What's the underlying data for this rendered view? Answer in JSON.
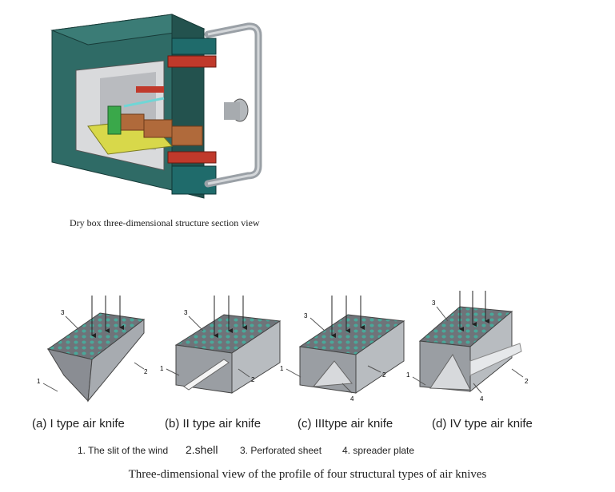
{
  "figure1": {
    "caption": "Dry box three-dimensional structure section view"
  },
  "figure2": {
    "panels": [
      {
        "label": "(a)  I type air knife",
        "callouts": [
          "3",
          "2",
          "1"
        ]
      },
      {
        "label": "(b)  II type air knife",
        "callouts": [
          "3",
          "2",
          "1"
        ]
      },
      {
        "label": "(c)  IIItype air knife",
        "callouts": [
          "3",
          "2",
          "1",
          "4"
        ]
      },
      {
        "label": "(d)  IV type air knife",
        "callouts": [
          "3",
          "2",
          "1",
          "4"
        ]
      }
    ],
    "legend": {
      "item1": "1. The slit of the wind",
      "item2": "2.shell",
      "item3": "3. Perforated sheet",
      "item4": "4. spreader plate"
    },
    "caption": "Three-dimensional view of the profile of four structural types of air knives"
  },
  "colors": {
    "box_shell": "#2f6b66",
    "box_dark": "#1f4d49",
    "accent_red": "#c0392b",
    "accent_green": "#3aa84a",
    "wood": "#b06a3b",
    "yellow": "#d8d84a",
    "steel": "#8a8d93",
    "knife_top": "#6f7379",
    "knife_hole": "#4aa89a"
  }
}
